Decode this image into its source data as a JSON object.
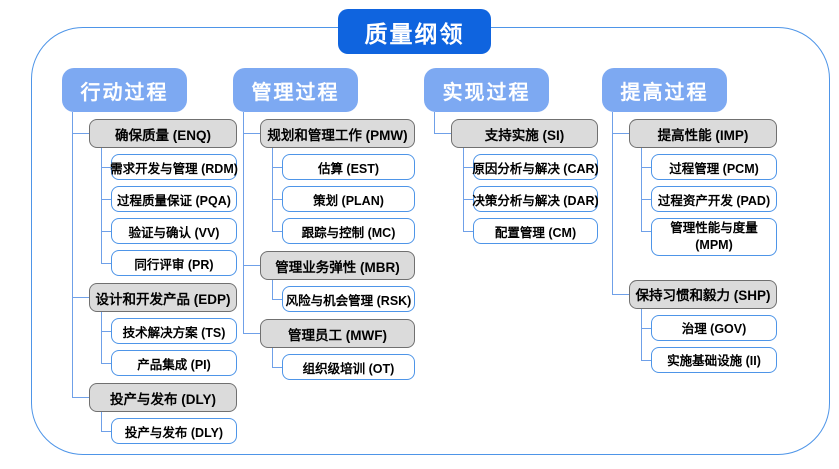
{
  "title": "质量纲领",
  "colors": {
    "title_bg": "#0F64DF",
    "header_bg": "#7DA9F2",
    "frame_border": "#4E95E8",
    "node_border_blue": "#4E95E8",
    "gray_fill": "#DBDBDB",
    "gray_border": "#707070",
    "connector": "#6FA0E8"
  },
  "columns": [
    {
      "header": "行动过程",
      "groups": [
        {
          "label": "确保质量 (ENQ)",
          "children": [
            "需求开发与管理 (RDM)",
            "过程质量保证 (PQA)",
            "验证与确认 (VV)",
            "同行评审 (PR)"
          ]
        },
        {
          "label": "设计和开发产品 (EDP)",
          "children": [
            "技术解决方案 (TS)",
            "产品集成 (PI)"
          ]
        },
        {
          "label": "投产与发布 (DLY)",
          "children": [
            "投产与发布 (DLY)"
          ]
        }
      ]
    },
    {
      "header": "管理过程",
      "groups": [
        {
          "label": "规划和管理工作 (PMW)",
          "children": [
            "估算 (EST)",
            "策划 (PLAN)",
            "跟踪与控制 (MC)"
          ]
        },
        {
          "label": "管理业务弹性 (MBR)",
          "children": [
            "风险与机会管理 (RSK)"
          ]
        },
        {
          "label": "管理员工 (MWF)",
          "children": [
            "组织级培训 (OT)"
          ]
        }
      ]
    },
    {
      "header": "实现过程",
      "groups": [
        {
          "label": "支持实施 (SI)",
          "children": [
            "原因分析与解决 (CAR)",
            "决策分析与解决 (DAR)",
            "配置管理 (CM)"
          ]
        }
      ]
    },
    {
      "header": "提高过程",
      "groups": [
        {
          "label": "提高性能 (IMP)",
          "children": [
            "过程管理 (PCM)",
            "过程资产开发 (PAD)",
            "管理性能与度量 (MPM)"
          ]
        },
        {
          "label": "保持习惯和毅力 (SHP)",
          "children": [
            "治理 (GOV)",
            "实施基础设施 (II)"
          ]
        }
      ]
    }
  ]
}
